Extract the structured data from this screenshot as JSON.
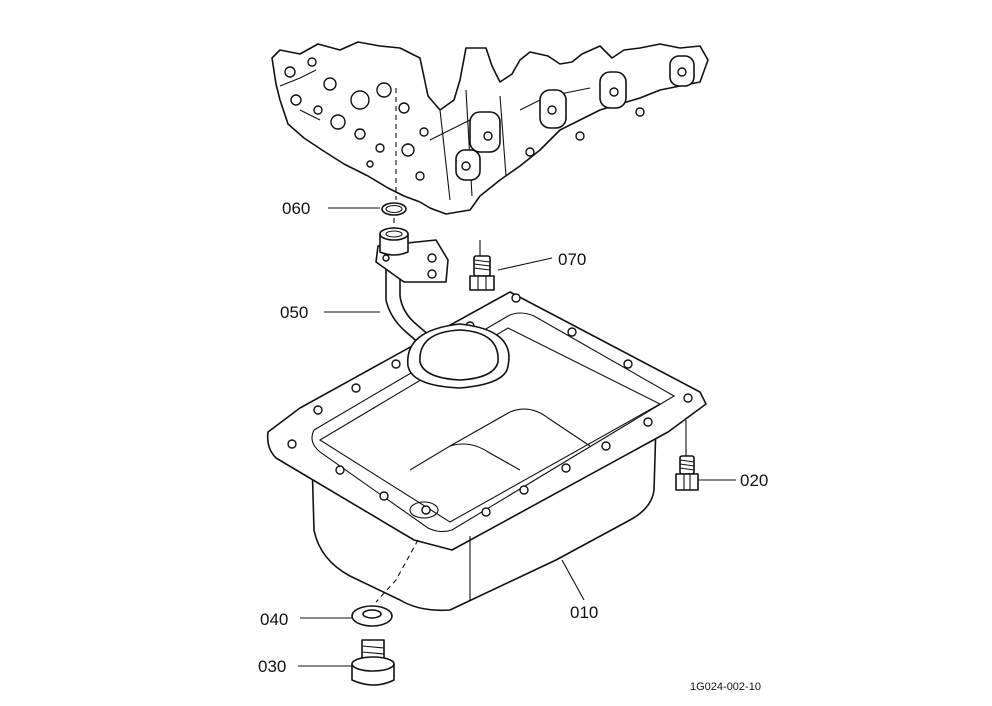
{
  "callouts": {
    "c060": "060",
    "c070": "070",
    "c050": "050",
    "c020": "020",
    "c040": "040",
    "c010": "010",
    "c030": "030"
  },
  "reference_code": "1G024-002-10"
}
